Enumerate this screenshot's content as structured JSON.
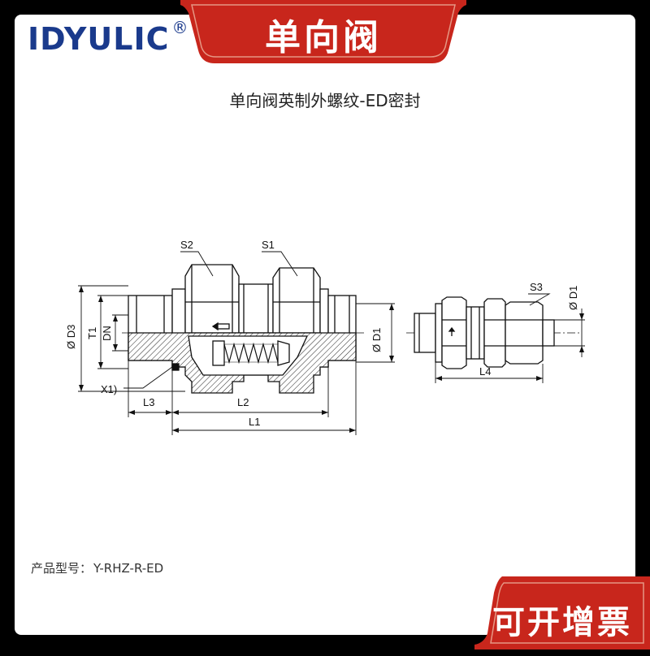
{
  "brand": {
    "name": "IDYULIC",
    "registered": "®"
  },
  "banner_top": {
    "text": "单向阀",
    "color": "#c8261c"
  },
  "banner_bottom": {
    "text": "可开增票",
    "color": "#c8261c"
  },
  "subtitle": "单向阀英制外螺纹-ED密封",
  "model": {
    "label": "产品型号：",
    "value": "Y-RHZ-R-ED"
  },
  "labels": {
    "s2": "S2",
    "s1": "S1",
    "s3": "S3",
    "d3": "Ø D3",
    "t1": "T1",
    "dn": "DN",
    "d1": "Ø D1",
    "d1_side": "Ø D1",
    "x1": "X1)",
    "l1": "L1",
    "l2": "L2",
    "l3": "L3",
    "l4": "L4"
  }
}
